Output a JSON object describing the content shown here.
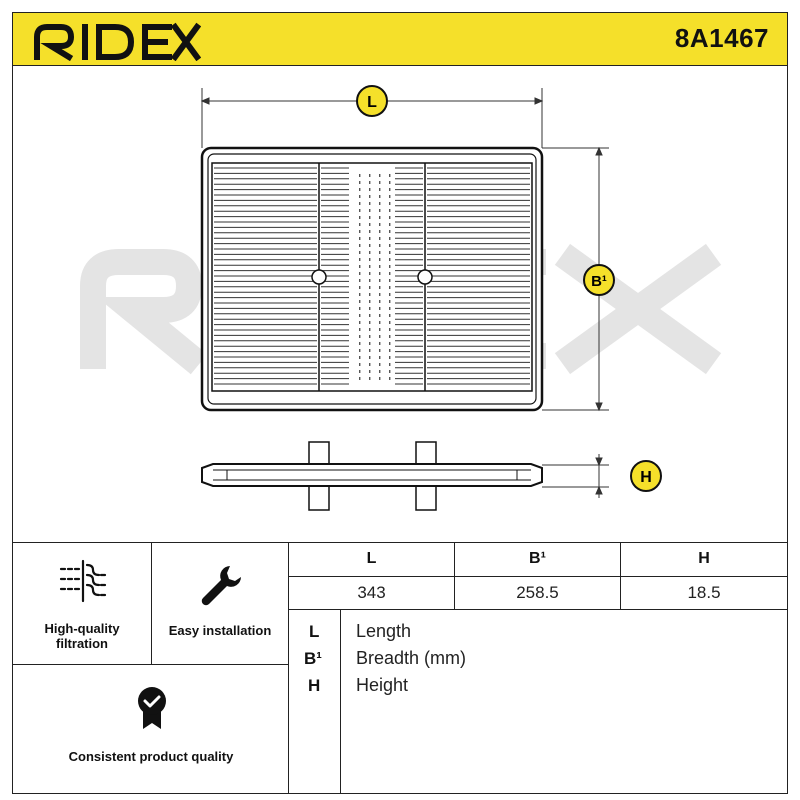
{
  "header": {
    "brand": "RIDEX",
    "part_number": "8A1467"
  },
  "drawing": {
    "watermark": "RIDEX",
    "label_length": "L",
    "label_breadth": "B¹",
    "label_height": "H"
  },
  "features": [
    {
      "label": "High-quality filtration",
      "icon": "filter-icon"
    },
    {
      "label": "Easy installation",
      "icon": "wrench-icon"
    },
    {
      "label": "Consistent product quality",
      "icon": "quality-badge-icon"
    }
  ],
  "dimensions": {
    "headers": [
      "L",
      "B¹",
      "H"
    ],
    "values": [
      "343",
      "258.5",
      "18.5"
    ]
  },
  "legend": [
    {
      "key": "L",
      "text": "Length"
    },
    {
      "key": "B¹",
      "text": "Breadth (mm)"
    },
    {
      "key": "H",
      "text": "Height"
    }
  ]
}
